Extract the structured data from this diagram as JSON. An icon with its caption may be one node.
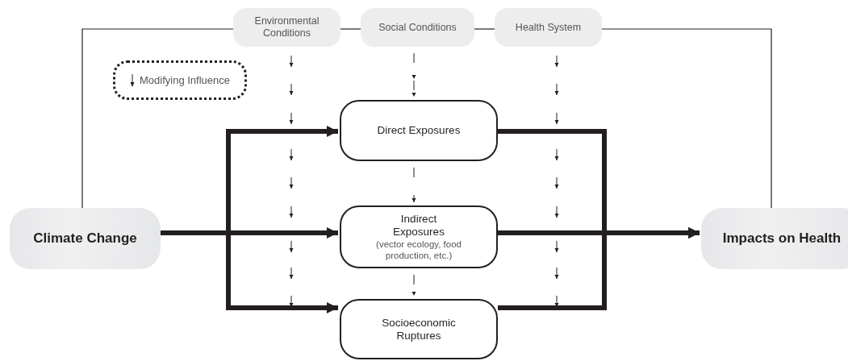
{
  "diagram": {
    "nodes": [
      {
        "text": [
          "Climate Change"
        ]
      },
      {
        "text": [
          "Environmental Conditions"
        ]
      },
      {
        "text": [
          "Social Conditions"
        ]
      },
      {
        "text": [
          "Health System"
        ]
      },
      {
        "text": [
          "Direct Exposures"
        ]
      },
      {
        "text": [
          "Indirect Exposures",
          "(vector ecology, food production, etc.)"
        ]
      },
      {
        "text": [
          "Socioeconomic Ruptures"
        ]
      },
      {
        "text": [
          "Impacts on Health"
        ]
      }
    ],
    "edges": [
      {
        "from": 0,
        "to": 1,
        "arrow": "none"
      },
      {
        "from": 1,
        "to": 2,
        "arrow": "none"
      },
      {
        "from": 2,
        "to": 3,
        "arrow": "none"
      },
      {
        "from": 3,
        "to": 7,
        "arrow": "none"
      },
      {
        "from": 0,
        "to": 4,
        "arrow": "to",
        "style": "thick"
      },
      {
        "from": 0,
        "to": 5,
        "arrow": "to",
        "style": "thick"
      },
      {
        "from": 0,
        "to": 6,
        "arrow": "to",
        "style": "thick"
      },
      {
        "from": 4,
        "to": 7,
        "arrow": "to",
        "style": "thick"
      },
      {
        "from": 5,
        "to": 7,
        "arrow": "to",
        "style": "thick"
      },
      {
        "from": 6,
        "to": 7,
        "arrow": "to",
        "style": "thick"
      },
      {
        "from": 2,
        "to": 4,
        "arrow": "to",
        "style": "dashed"
      },
      {
        "from": 4,
        "to": 5,
        "arrow": "to",
        "style": "dashed"
      },
      {
        "from": 5,
        "to": 6,
        "arrow": "to",
        "style": "dashed"
      }
    ],
    "legend": [
      {
        "text": "Modifying Influence"
      }
    ]
  }
}
